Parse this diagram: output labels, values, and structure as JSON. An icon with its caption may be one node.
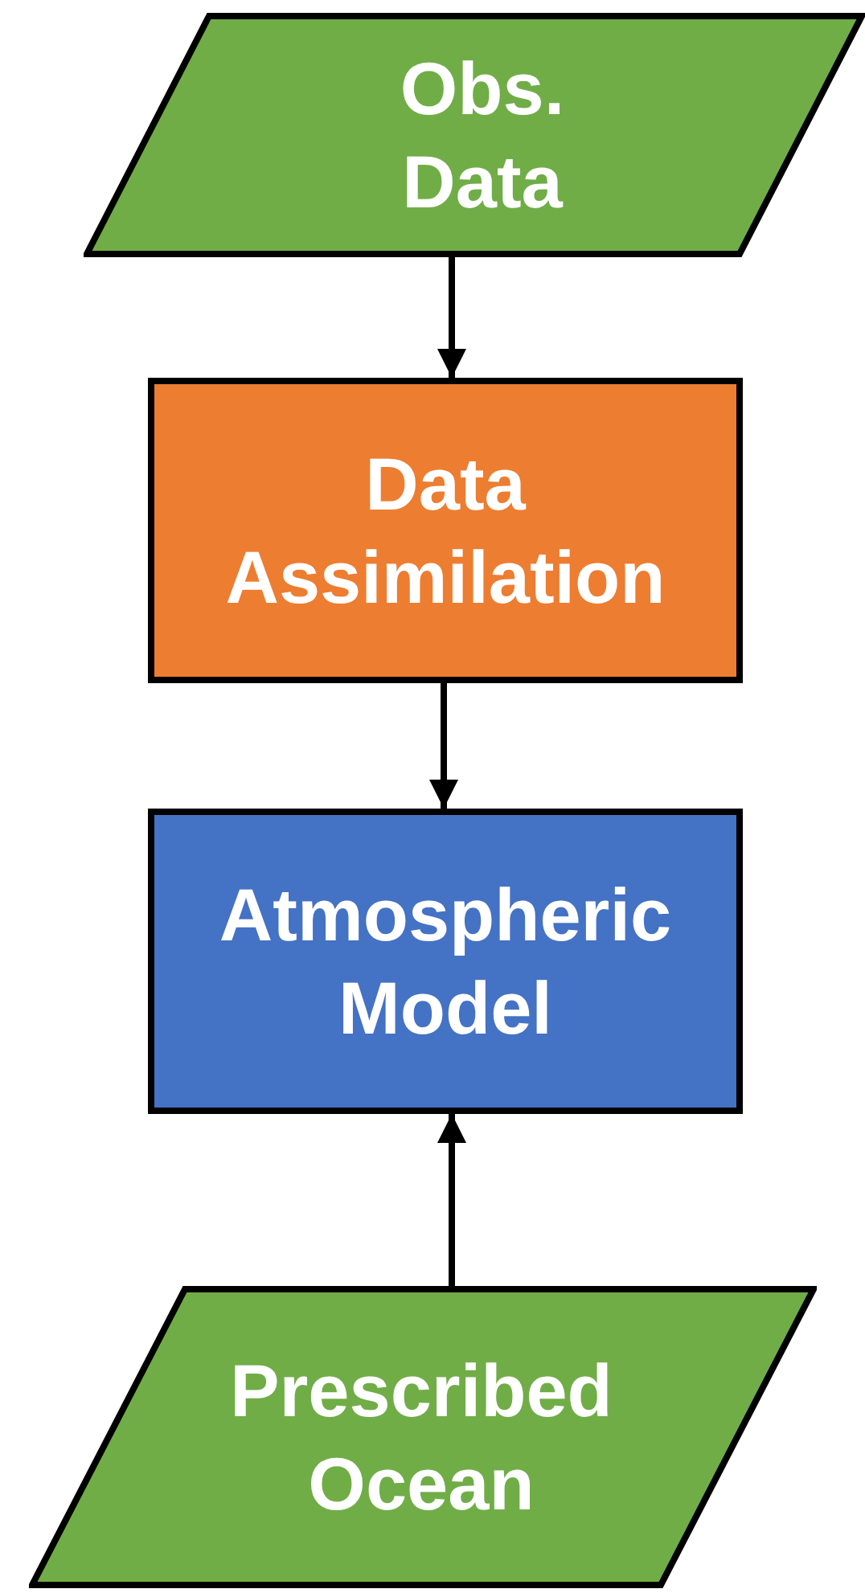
{
  "diagram": {
    "nodes": [
      {
        "text": [
          "Obs. Data"
        ]
      },
      {
        "text": [
          "Data Assimilation"
        ]
      },
      {
        "text": [
          "Atmospheric Model"
        ]
      },
      {
        "text": [
          "Prescribed Ocean"
        ]
      }
    ],
    "edges": [
      {
        "from": 0,
        "to": 1,
        "arrow": "to"
      },
      {
        "from": 1,
        "to": 2,
        "arrow": "to"
      },
      {
        "from": 3,
        "to": 2,
        "arrow": "to"
      }
    ]
  }
}
